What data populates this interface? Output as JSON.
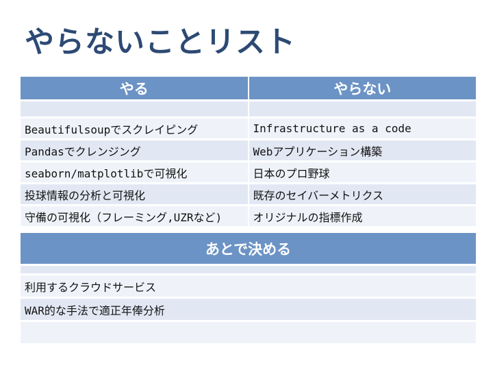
{
  "slide": {
    "title": "やらないことリスト"
  },
  "table_do_dont": {
    "headers": [
      "やる",
      "やらない"
    ],
    "rows": [
      [
        "",
        ""
      ],
      [
        "Beautifulsoupでスクレイピング",
        "Infrastructure as a code"
      ],
      [
        "Pandasでクレンジング",
        "Webアプリケーション構築"
      ],
      [
        "seaborn/matplotlibで可視化",
        "日本のプロ野球"
      ],
      [
        "投球情報の分析と可視化",
        "既存のセイバーメトリクス"
      ],
      [
        "守備の可視化（フレーミング,UZRなど)",
        "オリジナルの指標作成"
      ]
    ]
  },
  "table_decide_later": {
    "header": "あとで決める",
    "rows": [
      "",
      "利用するクラウドサービス",
      "WAR的な手法で適正年俸分析",
      ""
    ]
  },
  "colors": {
    "header_blue": "#6c93c5",
    "band_dark": "#e2e8f3",
    "band_light": "#eff3f9",
    "title_navy": "#2d4a74"
  }
}
